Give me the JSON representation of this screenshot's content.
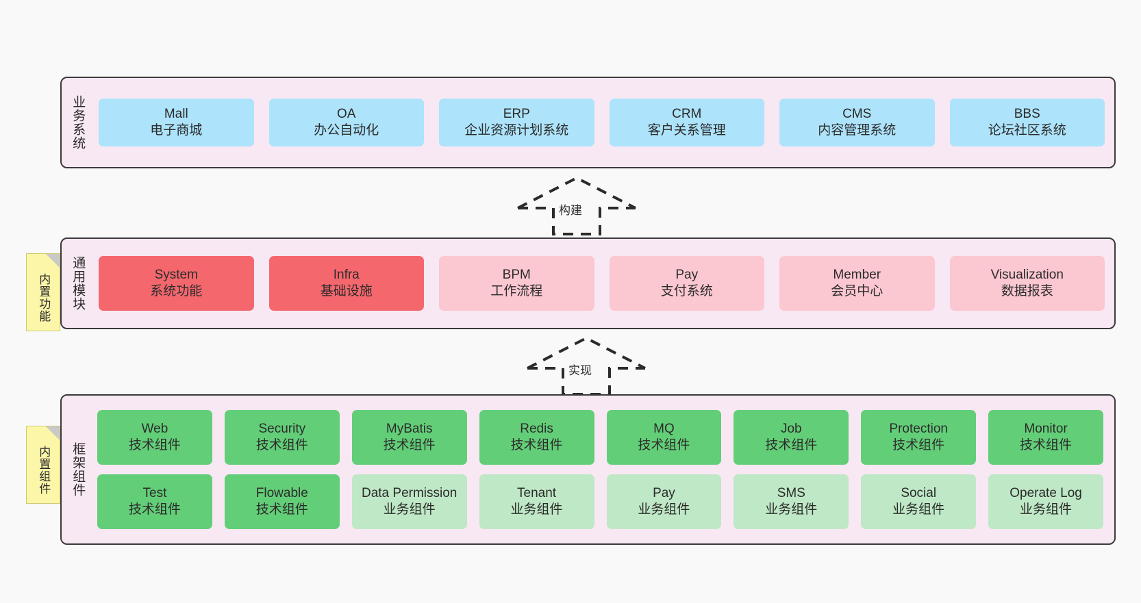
{
  "diagram": {
    "background_color": "#f9f9f9",
    "layer_fill": "#f8e8f3",
    "layer_border": "#3a3a3a",
    "note_color": "#fbf6a8"
  },
  "notes": [
    {
      "name": "built-in-features",
      "label": "内置功能"
    },
    {
      "name": "built-in-components",
      "label": "内置组件"
    }
  ],
  "arrows": [
    {
      "name": "build-arrow",
      "label": "构建"
    },
    {
      "name": "implement-arrow",
      "label": "实现"
    }
  ],
  "layers": [
    {
      "id": "business",
      "title": "业务系统",
      "rows": [
        {
          "cards": [
            {
              "en": "Mall",
              "cn": "电子商城",
              "color": "blue",
              "hex": "#ade3fb"
            },
            {
              "en": "OA",
              "cn": "办公自动化",
              "color": "blue",
              "hex": "#ade3fb"
            },
            {
              "en": "ERP",
              "cn": "企业资源计划系统",
              "color": "blue",
              "hex": "#ade3fb"
            },
            {
              "en": "CRM",
              "cn": "客户关系管理",
              "color": "blue",
              "hex": "#ade3fb"
            },
            {
              "en": "CMS",
              "cn": "内容管理系统",
              "color": "blue",
              "hex": "#ade3fb"
            },
            {
              "en": "BBS",
              "cn": "论坛社区系统",
              "color": "blue",
              "hex": "#ade3fb"
            }
          ]
        }
      ]
    },
    {
      "id": "modules",
      "title": "通用模块",
      "rows": [
        {
          "cards": [
            {
              "en": "System",
              "cn": "系统功能",
              "color": "red",
              "hex": "#f4676d"
            },
            {
              "en": "Infra",
              "cn": "基础设施",
              "color": "red",
              "hex": "#f4676d"
            },
            {
              "en": "BPM",
              "cn": "工作流程",
              "color": "pink",
              "hex": "#fbc7d0"
            },
            {
              "en": "Pay",
              "cn": "支付系统",
              "color": "pink",
              "hex": "#fbc7d0"
            },
            {
              "en": "Member",
              "cn": "会员中心",
              "color": "pink",
              "hex": "#fbc7d0"
            },
            {
              "en": "Visualization",
              "cn": "数据报表",
              "color": "pink",
              "hex": "#fbc7d0"
            }
          ]
        }
      ]
    },
    {
      "id": "framework",
      "title": "框架组件",
      "rows": [
        {
          "cards": [
            {
              "en": "Web",
              "cn": "技术组件",
              "color": "green",
              "hex": "#63ce78"
            },
            {
              "en": "Security",
              "cn": "技术组件",
              "color": "green",
              "hex": "#63ce78"
            },
            {
              "en": "MyBatis",
              "cn": "技术组件",
              "color": "green",
              "hex": "#63ce78"
            },
            {
              "en": "Redis",
              "cn": "技术组件",
              "color": "green",
              "hex": "#63ce78"
            },
            {
              "en": "MQ",
              "cn": "技术组件",
              "color": "green",
              "hex": "#63ce78"
            },
            {
              "en": "Job",
              "cn": "技术组件",
              "color": "green",
              "hex": "#63ce78"
            },
            {
              "en": "Protection",
              "cn": "技术组件",
              "color": "green",
              "hex": "#63ce78"
            },
            {
              "en": "Monitor",
              "cn": "技术组件",
              "color": "green",
              "hex": "#63ce78"
            }
          ]
        },
        {
          "cards": [
            {
              "en": "Test",
              "cn": "技术组件",
              "color": "green",
              "hex": "#63ce78"
            },
            {
              "en": "Flowable",
              "cn": "技术组件",
              "color": "green",
              "hex": "#63ce78"
            },
            {
              "en": "Data Permission",
              "cn": "业务组件",
              "color": "greenlight",
              "hex": "#bfe8c6"
            },
            {
              "en": "Tenant",
              "cn": "业务组件",
              "color": "greenlight",
              "hex": "#bfe8c6"
            },
            {
              "en": "Pay",
              "cn": "业务组件",
              "color": "greenlight",
              "hex": "#bfe8c6"
            },
            {
              "en": "SMS",
              "cn": "业务组件",
              "color": "greenlight",
              "hex": "#bfe8c6"
            },
            {
              "en": "Social",
              "cn": "业务组件",
              "color": "greenlight",
              "hex": "#bfe8c6"
            },
            {
              "en": "Operate Log",
              "cn": "业务组件",
              "color": "greenlight",
              "hex": "#bfe8c6"
            }
          ]
        }
      ]
    }
  ]
}
